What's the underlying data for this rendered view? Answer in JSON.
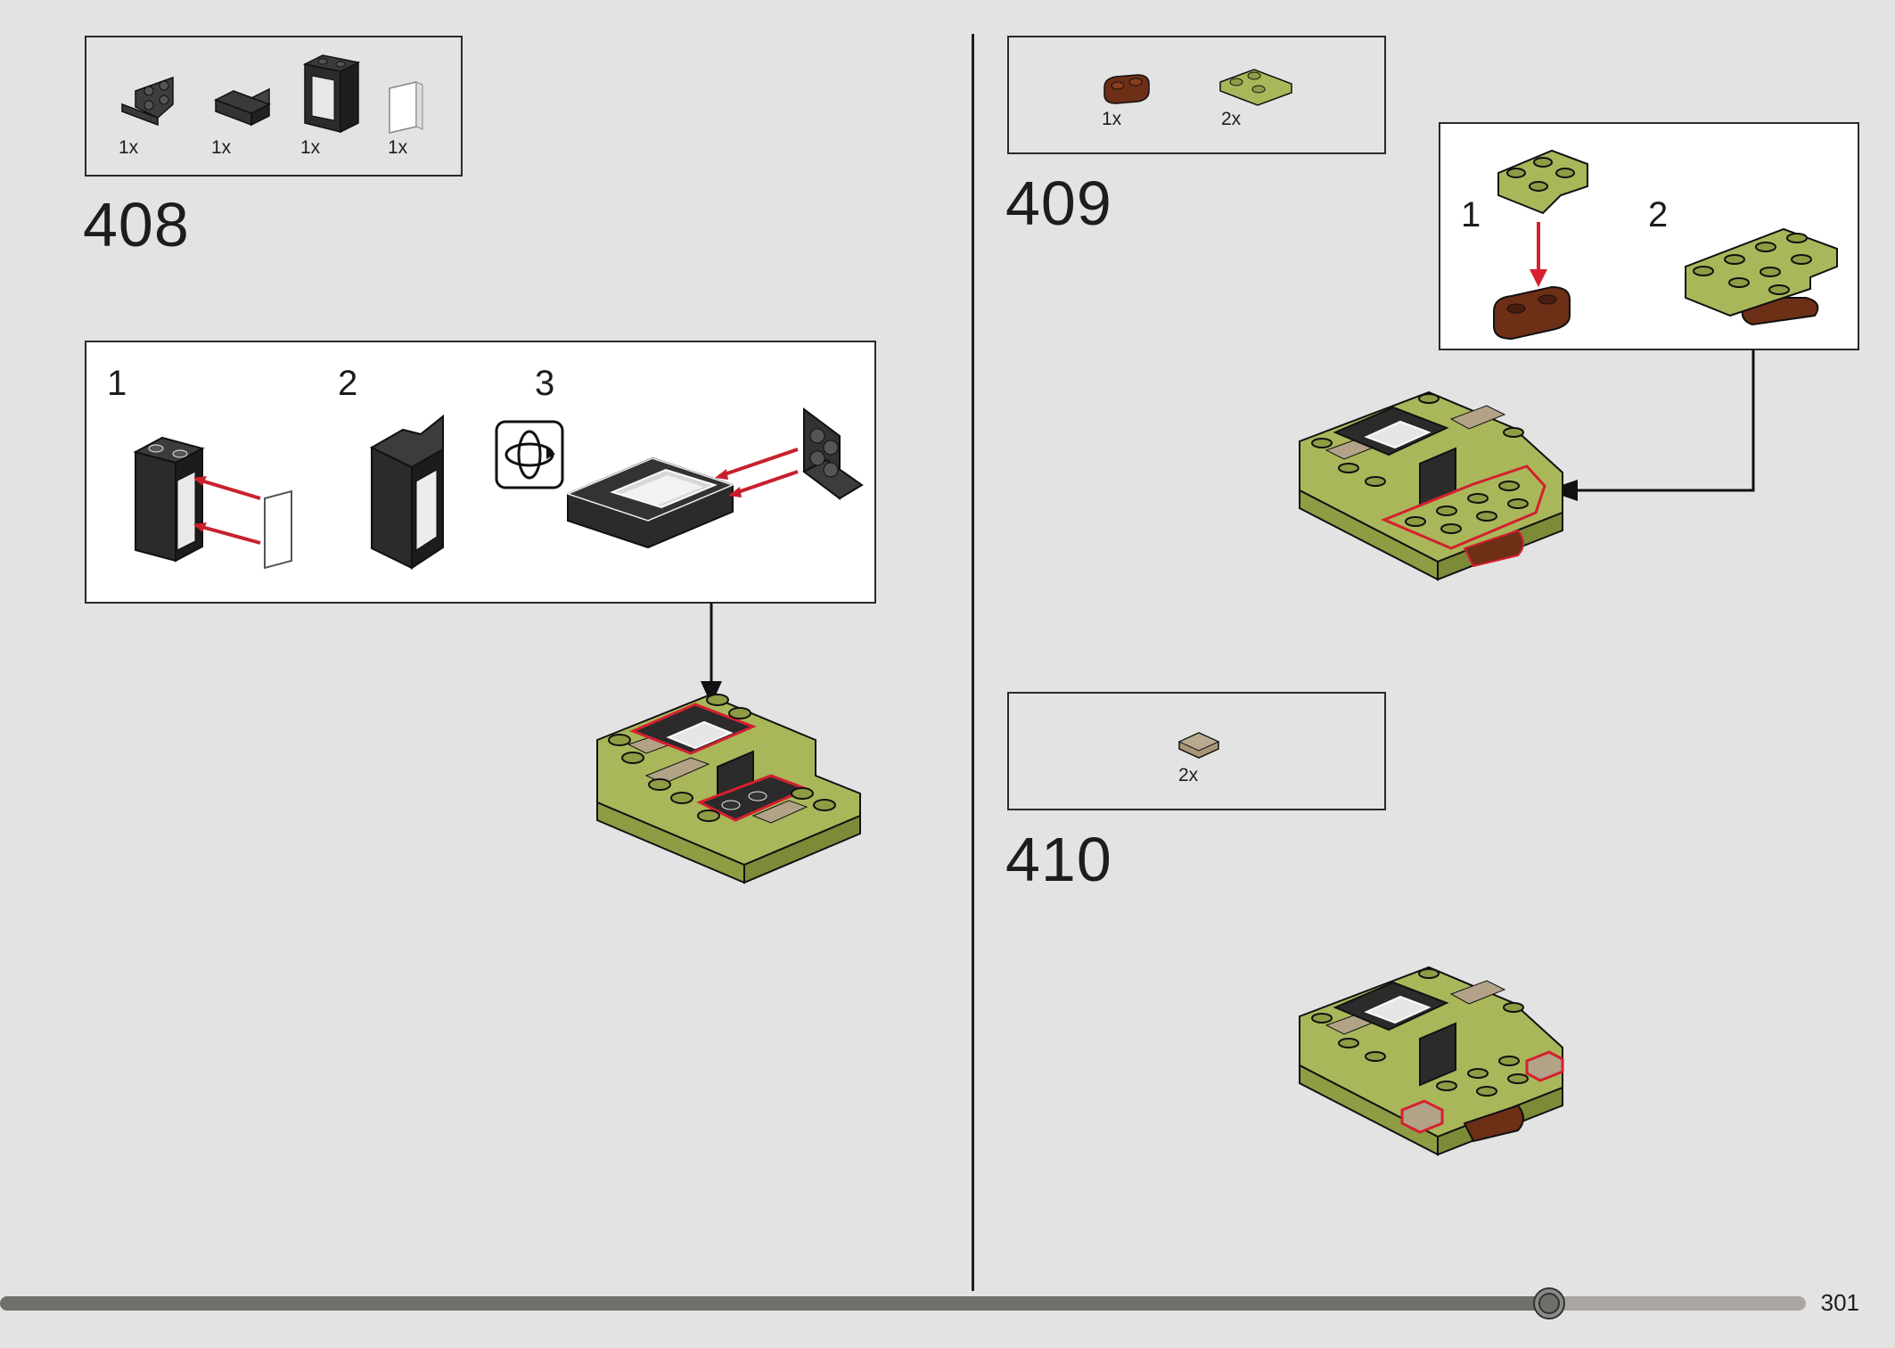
{
  "page": {
    "number": "301",
    "progress": 0.858
  },
  "step408": {
    "number": "408",
    "parts": [
      {
        "name": "dark-bluish-gray-bracket-2x2",
        "qty": "1x"
      },
      {
        "name": "dark-bluish-gray-panel-1x2",
        "qty": "1x"
      },
      {
        "name": "black-window-frame-1x2x2",
        "qty": "1x"
      },
      {
        "name": "trans-clear-glass-1x2x2",
        "qty": "1x"
      }
    ],
    "substeps": [
      "1",
      "2",
      "3"
    ],
    "rotate_icon": "rotate-model-icon"
  },
  "step409": {
    "number": "409",
    "parts": [
      {
        "name": "reddish-brown-plate-1x2-round",
        "qty": "1x"
      },
      {
        "name": "olive-green-plate-2x2-corner",
        "qty": "2x"
      }
    ],
    "substeps": [
      "1",
      "2"
    ]
  },
  "step410": {
    "number": "410",
    "parts": [
      {
        "name": "dark-tan-tile-1x1",
        "qty": "2x"
      }
    ]
  },
  "colors": {
    "background": "#e3e3e3",
    "olive_green": "#a9b75a",
    "tan": "#b2a388",
    "black": "#2b2b2b",
    "reddish_brown": "#7a3a20",
    "highlight_red": "#d4202f",
    "progress_track": "#6f6f6b"
  }
}
